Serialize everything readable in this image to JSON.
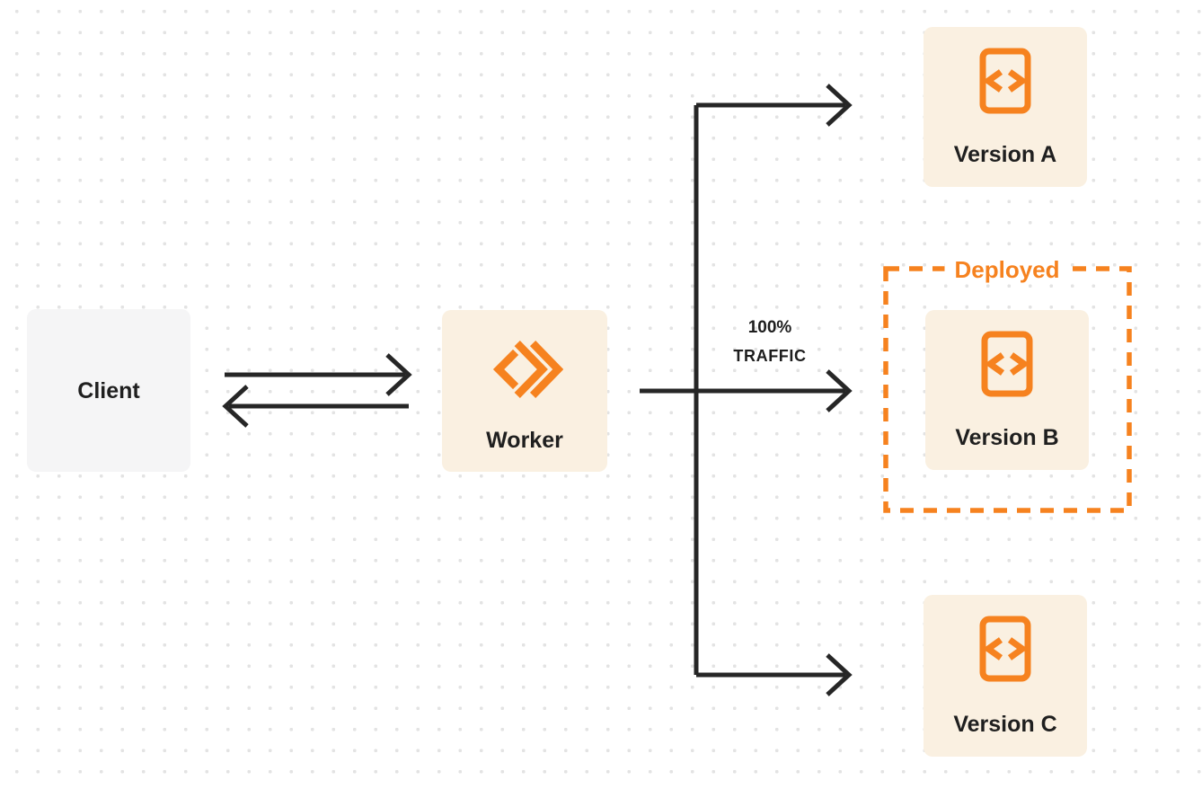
{
  "diagram": {
    "client": {
      "label": "Client"
    },
    "worker": {
      "label": "Worker"
    },
    "versions": [
      {
        "id": "version-a",
        "label": "Version A"
      },
      {
        "id": "version-b",
        "label": "Version B"
      },
      {
        "id": "version-c",
        "label": "Version C"
      }
    ],
    "deployed_badge": {
      "label": "Deployed"
    },
    "traffic_label": {
      "line1": "100%",
      "line2": "TRAFFIC"
    },
    "icons": {
      "worker": "workers-chevrons-icon",
      "version": "code-file-icon"
    },
    "colors": {
      "accent_orange": "#F6821F",
      "node_fill_cream": "#FAF0E1",
      "node_fill_gray": "#F5F5F6",
      "line_dark": "#262626",
      "dot_grid": "#E3E3E3",
      "background": "#FFFFFF"
    }
  }
}
